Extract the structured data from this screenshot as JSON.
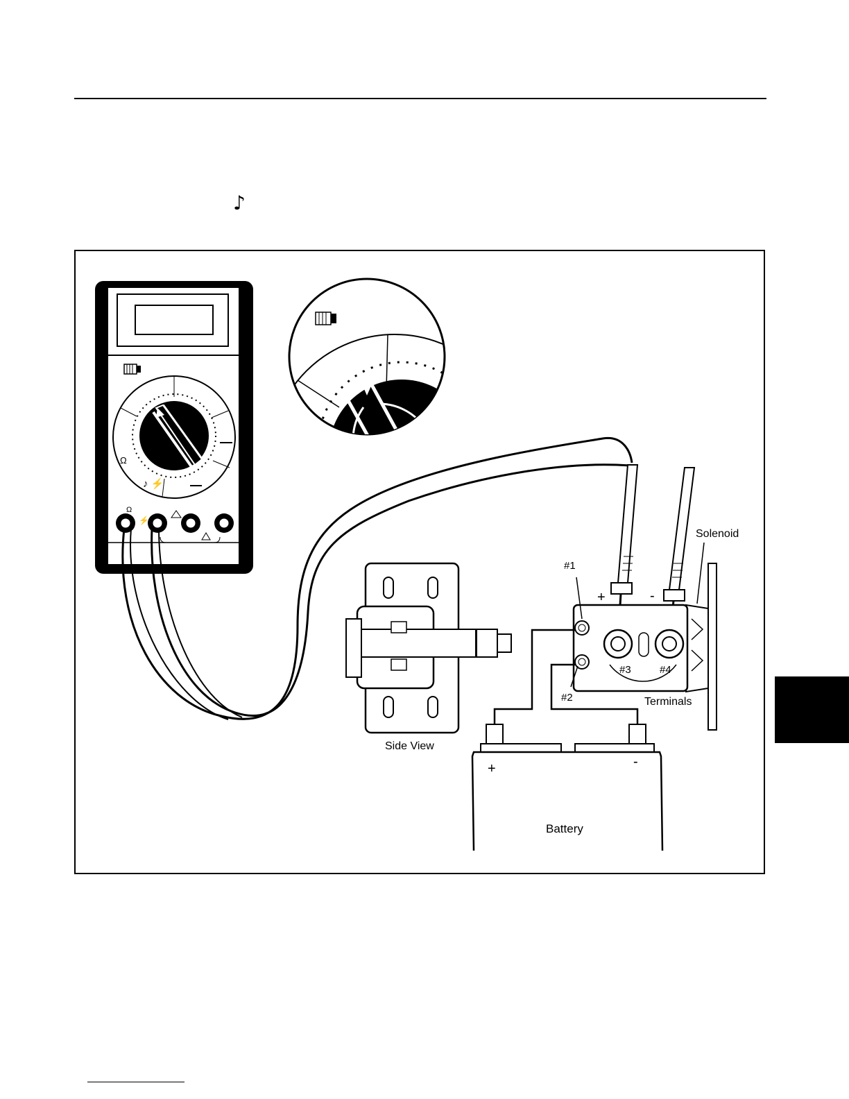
{
  "header": {
    "note_symbol": "♪"
  },
  "figure": {
    "labels": {
      "solenoid": "Solenoid",
      "terminal_1": "#1",
      "terminal_2": "#2",
      "terminal_3": "#3",
      "terminal_4": "#4",
      "terminals": "Terminals",
      "side_view": "Side View",
      "battery": "Battery",
      "probe_plus": "+",
      "probe_minus": "-",
      "battery_plus": "+",
      "battery_minus": "-",
      "ohm": "Ω",
      "ohm_jack": "Ω"
    }
  }
}
